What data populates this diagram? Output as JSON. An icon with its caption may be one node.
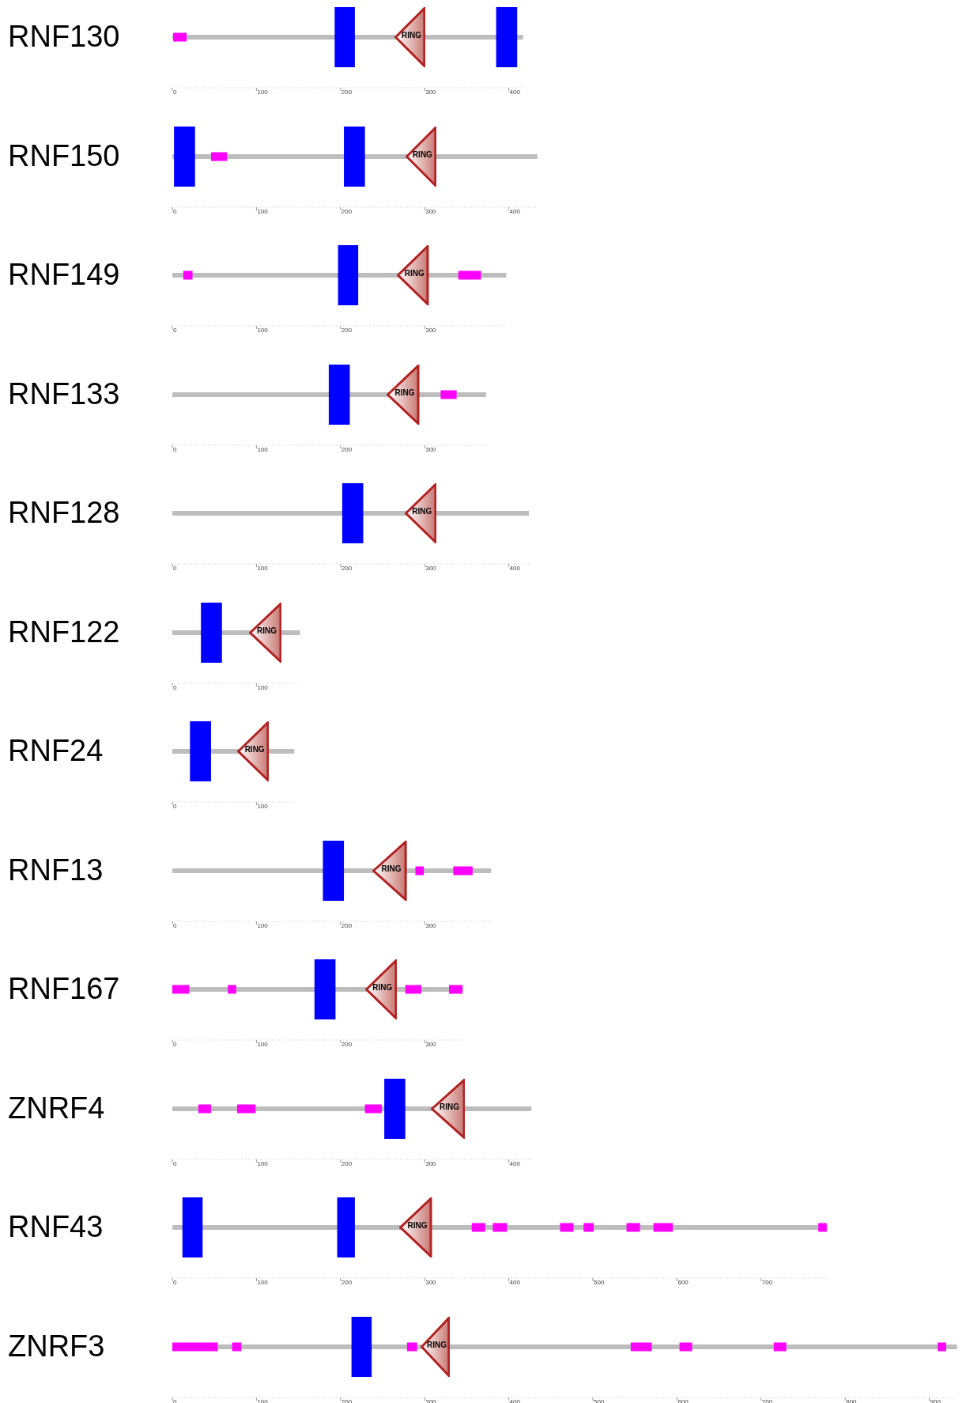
{
  "diagram": {
    "nodes": [
      {
        "text": [
          "RING"
        ]
      },
      {
        "text": [
          "RING"
        ]
      },
      {
        "text": [
          "RING"
        ]
      },
      {
        "text": [
          "RING"
        ]
      },
      {
        "text": [
          "RING"
        ]
      },
      {
        "text": [
          "RING"
        ]
      },
      {
        "text": [
          "RING"
        ]
      },
      {
        "text": [
          "RING"
        ]
      },
      {
        "text": [
          "RING"
        ]
      },
      {
        "text": [
          "RING"
        ]
      },
      {
        "text": [
          "RING"
        ]
      },
      {
        "text": [
          "RING"
        ]
      }
    ],
    "labels": [
      "RNF130",
      "0",
      "100",
      "200",
      "300",
      "400",
      "RNF150",
      "0",
      "100",
      "200",
      "300",
      "400",
      "RNF149",
      "0",
      "100",
      "200",
      "300",
      "RNF133",
      "0",
      "100",
      "200",
      "300",
      "RNF128",
      "0",
      "100",
      "200",
      "300",
      "400",
      "RNF122",
      "0",
      "100",
      "RNF24",
      "0",
      "100",
      "RNF13",
      "0",
      "100",
      "200",
      "300",
      "RNF167",
      "0",
      "100",
      "200",
      "300",
      "ZNRF4",
      "0",
      "100",
      "200",
      "300",
      "400",
      "RNF43",
      "0",
      "100",
      "200",
      "300",
      "400",
      "500",
      "600",
      "700",
      "ZNRF3",
      "0",
      "100",
      "200",
      "300",
      "400",
      "500",
      "600",
      "700",
      "800",
      "900"
    ]
  }
}
